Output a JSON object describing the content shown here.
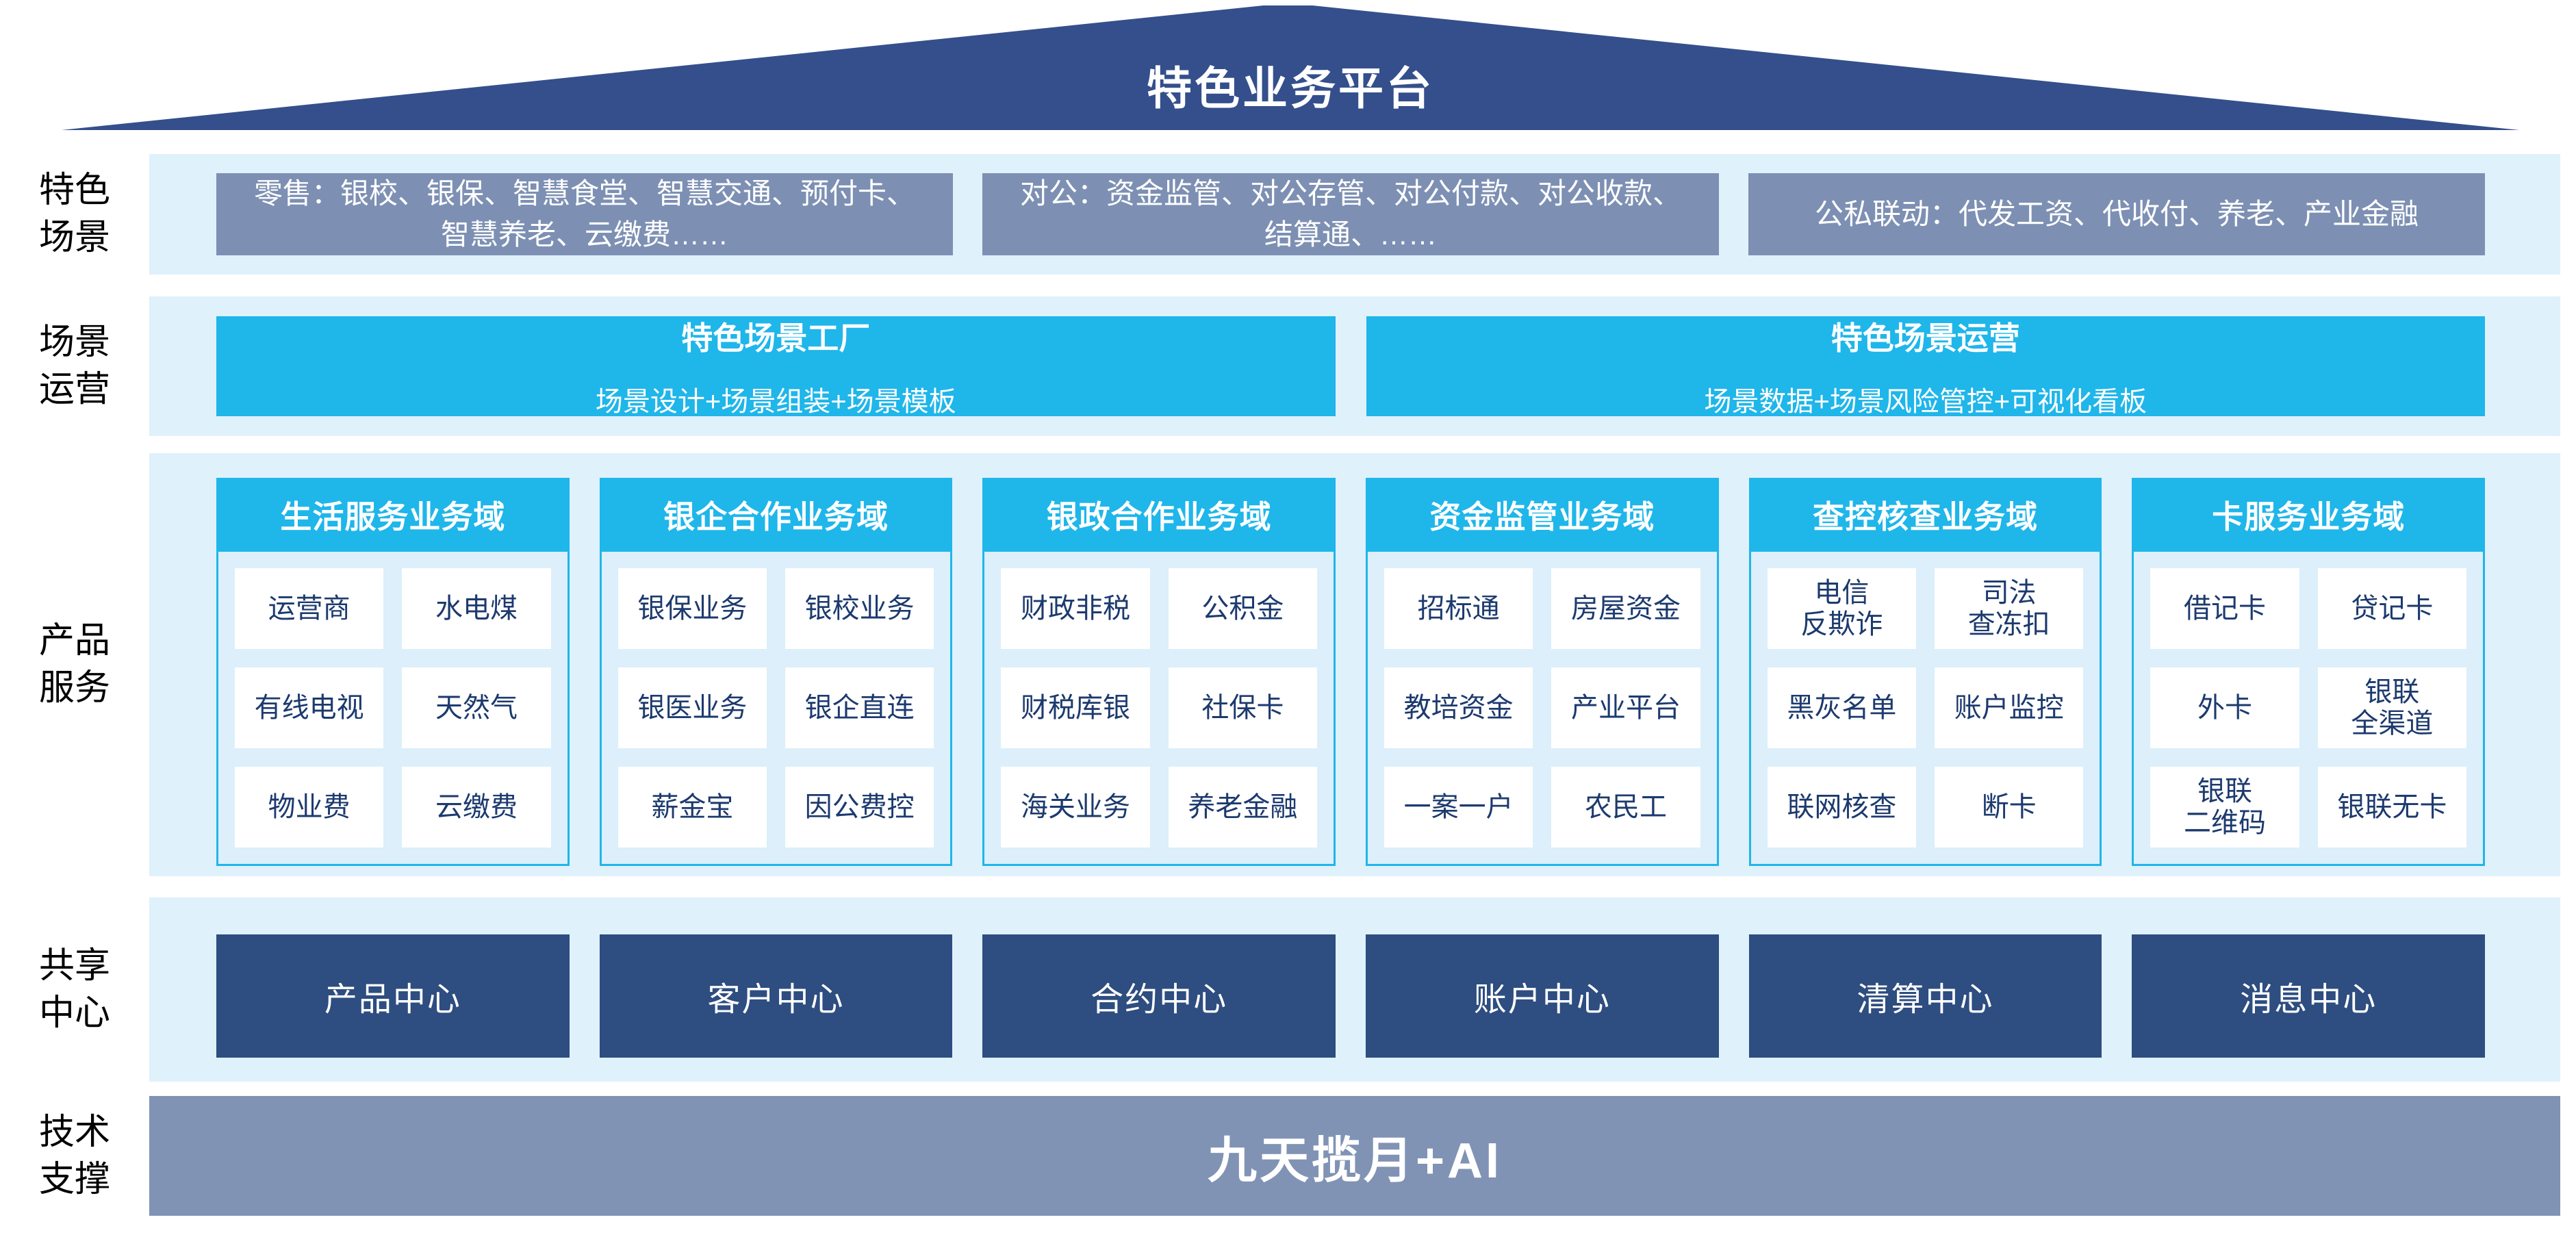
{
  "colors": {
    "roof_navy": "#344F8C",
    "scene_box_gray_blue": "#7D90B3",
    "band_light_blue": "#DFF1FB",
    "accent_cyan": "#1FB6EA",
    "product_body_blue": "#DCEFFA",
    "cell_text_navy": "#1C3A6E",
    "center_box_navy": "#2E4D80",
    "tech_bar_gray_blue": "#8093B5"
  },
  "roof": {
    "title": "特色业务平台"
  },
  "scenes": {
    "label": "特色\n场景",
    "boxes": [
      "零售：银校、银保、智慧食堂、智慧交通、预付卡、智慧养老、云缴费……",
      "对公：资金监管、对公存管、对公付款、对公收款、结算通、……",
      "公私联动：代发工资、代收付、养老、产业金融"
    ]
  },
  "operation": {
    "label": "场景\n运营",
    "boxes": [
      {
        "title": "特色场景工厂",
        "subtitle": "场景设计+场景组装+场景模板"
      },
      {
        "title": "特色场景运营",
        "subtitle": "场景数据+场景风险管控+可视化看板"
      }
    ]
  },
  "products": {
    "label": "产品\n服务",
    "columns": [
      {
        "header": "生活服务业务域",
        "cells": [
          "运营商",
          "水电煤",
          "有线电视",
          "天然气",
          "物业费",
          "云缴费"
        ]
      },
      {
        "header": "银企合作业务域",
        "cells": [
          "银保业务",
          "银校业务",
          "银医业务",
          "银企直连",
          "薪金宝",
          "因公费控"
        ]
      },
      {
        "header": "银政合作业务域",
        "cells": [
          "财政非税",
          "公积金",
          "财税库银",
          "社保卡",
          "海关业务",
          "养老金融"
        ]
      },
      {
        "header": "资金监管业务域",
        "cells": [
          "招标通",
          "房屋资金",
          "教培资金",
          "产业平台",
          "一案一户",
          "农民工"
        ]
      },
      {
        "header": "查控核查业务域",
        "cells": [
          "电信\n反欺诈",
          "司法\n查冻扣",
          "黑灰名单",
          "账户监控",
          "联网核查",
          "断卡"
        ]
      },
      {
        "header": "卡服务业务域",
        "cells": [
          "借记卡",
          "贷记卡",
          "外卡",
          "银联\n全渠道",
          "银联\n二维码",
          "银联无卡"
        ]
      }
    ]
  },
  "shared": {
    "label": "共享\n中心",
    "centers": [
      "产品中心",
      "客户中心",
      "合约中心",
      "账户中心",
      "清算中心",
      "消息中心"
    ]
  },
  "tech": {
    "label": "技术\n支撑",
    "banner": "九天揽月+AI"
  }
}
